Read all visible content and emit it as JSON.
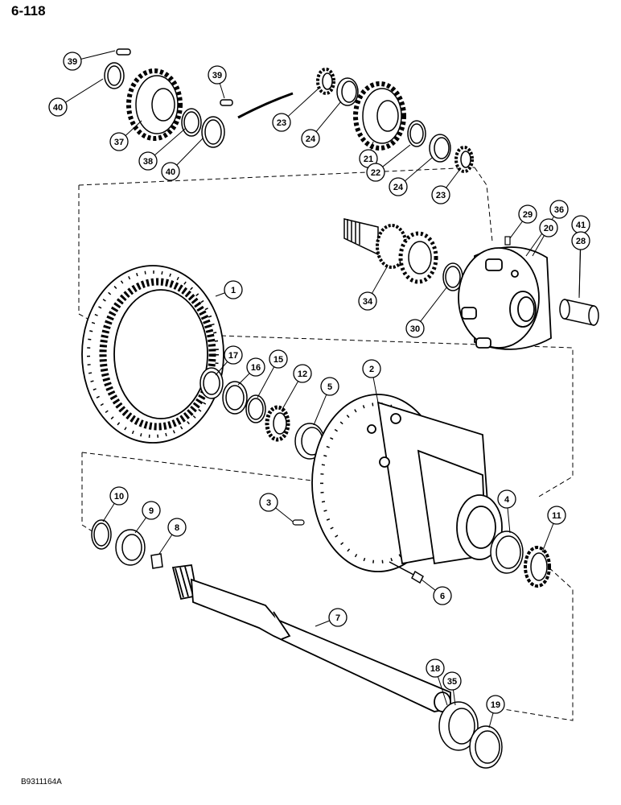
{
  "page": {
    "page_number": "6-118",
    "figure_code": "B9311164A"
  },
  "callouts": [
    "39",
    "40",
    "37",
    "38",
    "39",
    "40",
    "23",
    "24",
    "21",
    "22",
    "24",
    "23",
    "29",
    "36",
    "20",
    "41",
    "28",
    "34",
    "30",
    "1",
    "17",
    "16",
    "15",
    "12",
    "5",
    "2",
    "3",
    "10",
    "9",
    "8",
    "4",
    "11",
    "6",
    "7",
    "18",
    "35",
    "19"
  ]
}
